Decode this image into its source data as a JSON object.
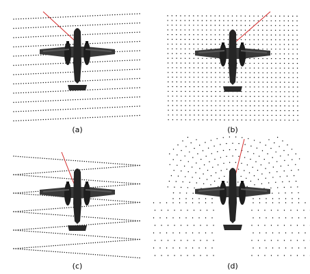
{
  "panels": [
    {
      "id": "a",
      "label": "(a)",
      "pattern": "horizontal-lines"
    },
    {
      "id": "b",
      "label": "(b)",
      "pattern": "grid"
    },
    {
      "id": "c",
      "label": "(c)",
      "pattern": "zigzag"
    },
    {
      "id": "d",
      "label": "(d)",
      "pattern": "arch"
    }
  ],
  "colors": {
    "background": "#ffffff",
    "dots": "#000000",
    "ray": "#d42a2a",
    "aircraft": "#2b2b2b",
    "text": "#000000"
  }
}
